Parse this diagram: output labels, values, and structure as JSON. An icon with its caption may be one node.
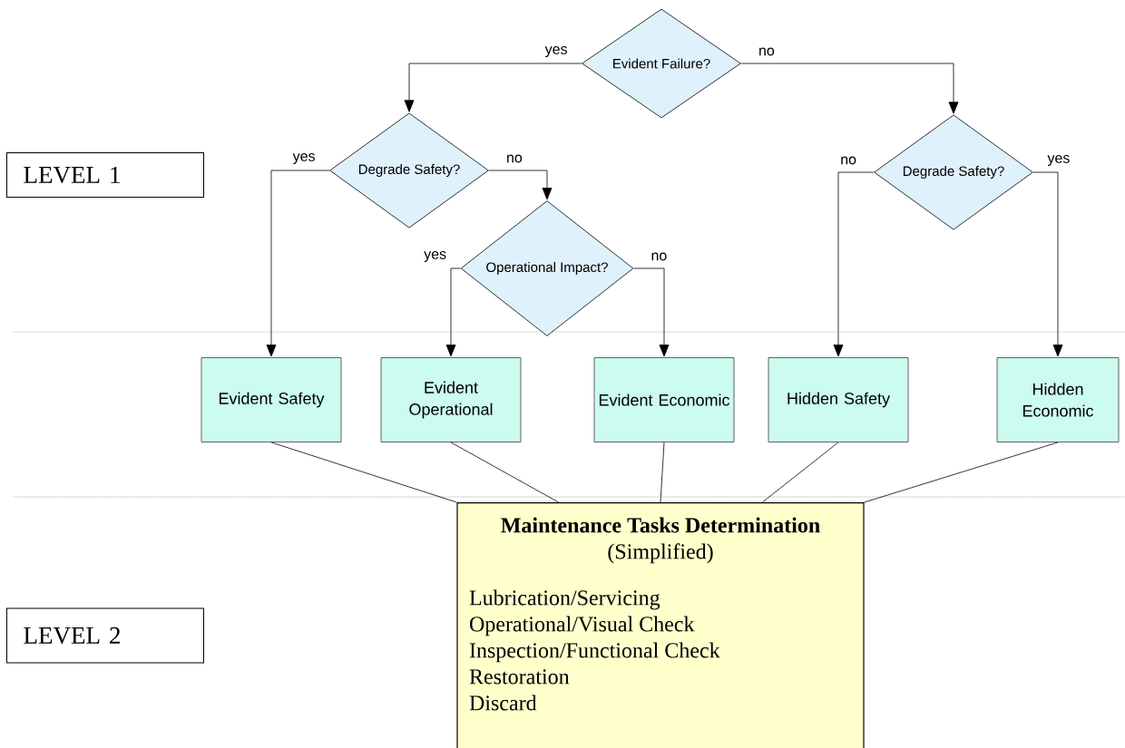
{
  "diagram": {
    "nodes": [
      {
        "text": [
          "Evident Failure?"
        ]
      },
      {
        "text": [
          "LEVEL 1"
        ]
      },
      {
        "text": [
          "Degrade Safety?"
        ]
      },
      {
        "text": [
          "Degrade Safety?"
        ]
      },
      {
        "text": [
          "Operational Impact?"
        ]
      },
      {
        "text": [
          "Evident Safety"
        ]
      },
      {
        "text": [
          "Evident Operational"
        ]
      },
      {
        "text": [
          "Evident Economic"
        ]
      },
      {
        "text": [
          "Hidden Safety"
        ]
      },
      {
        "text": [
          "Hidden Economic"
        ]
      },
      {
        "text": [
          "Maintenance Tasks Determination",
          "(Simplified)",
          "Lubrication/Servicing",
          "Operational/Visual Check",
          "Inspection/Functional Check",
          "Restoration",
          "Discard"
        ]
      },
      {
        "text": [
          "LEVEL 2"
        ]
      }
    ],
    "edges": [
      {
        "from": 0,
        "to": 2,
        "arrow": "to",
        "label": "yes"
      },
      {
        "from": 0,
        "to": 3,
        "arrow": "to",
        "label": "no"
      },
      {
        "from": 2,
        "to": 5,
        "arrow": "to",
        "label": "yes"
      },
      {
        "from": 2,
        "to": 4,
        "arrow": "to",
        "label": "no"
      },
      {
        "from": 4,
        "to": 6,
        "arrow": "to",
        "label": "yes"
      },
      {
        "from": 4,
        "to": 7,
        "arrow": "to",
        "label": "no"
      },
      {
        "from": 3,
        "to": 8,
        "arrow": "to",
        "label": "no"
      },
      {
        "from": 3,
        "to": 9,
        "arrow": "to",
        "label": "yes"
      },
      {
        "from": 5,
        "to": 10,
        "arrow": "none"
      },
      {
        "from": 6,
        "to": 10,
        "arrow": "none"
      },
      {
        "from": 7,
        "to": 10,
        "arrow": "none"
      },
      {
        "from": 8,
        "to": 10,
        "arrow": "none"
      },
      {
        "from": 9,
        "to": 10,
        "arrow": "none"
      }
    ]
  }
}
